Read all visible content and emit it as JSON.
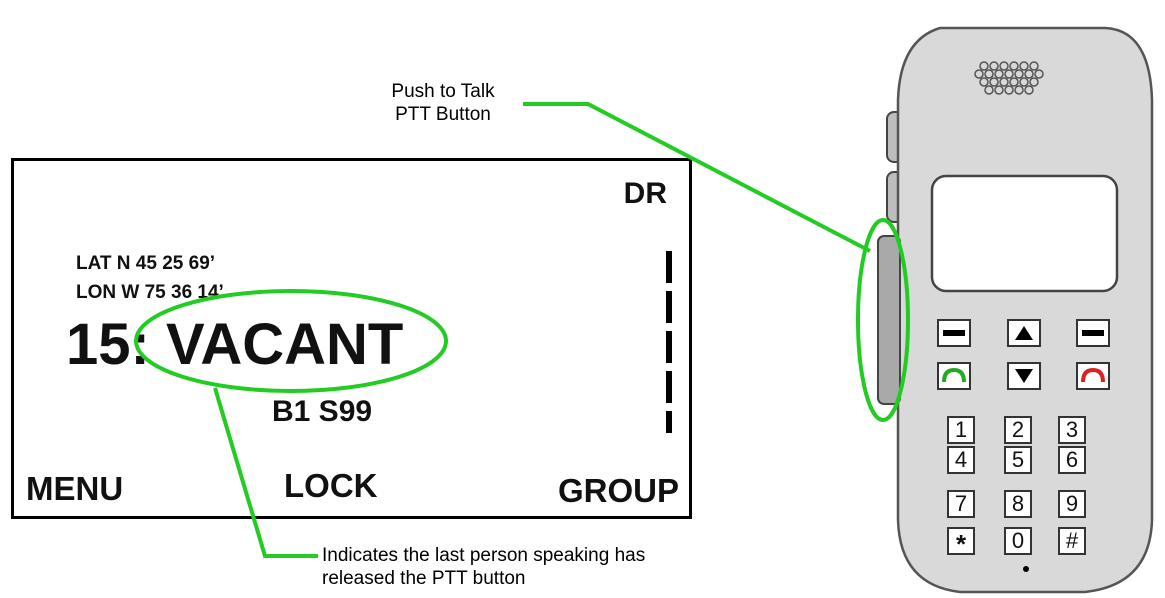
{
  "callouts": {
    "ptt_line1": "Push to Talk",
    "ptt_line2": "PTT Button",
    "release_line1": "Indicates the last person speaking has",
    "release_line2": "released the PTT button"
  },
  "display": {
    "mode": "DR",
    "lat": "LAT N  45 25 69’",
    "lon": "LON W 75 36 14’",
    "channel": "15: VACANT",
    "battery": "B1 S99",
    "softkeys": {
      "left": "MENU",
      "center": "LOCK",
      "right": "GROUP"
    }
  },
  "handset": {
    "keypad": [
      [
        "1",
        "2",
        "3"
      ],
      [
        "4",
        "5",
        "6"
      ],
      [
        "7",
        "8",
        "9"
      ],
      [
        "*",
        "0",
        "#"
      ]
    ],
    "icons": {
      "call": "green-phone-icon",
      "end": "red-phone-icon",
      "up": "up-arrow-icon",
      "down": "down-arrow-icon"
    },
    "colors": {
      "call": "#22aa22",
      "end": "#dd2222",
      "body": "#d9d9d9"
    }
  },
  "colors": {
    "callout_line": "#22cc22"
  }
}
